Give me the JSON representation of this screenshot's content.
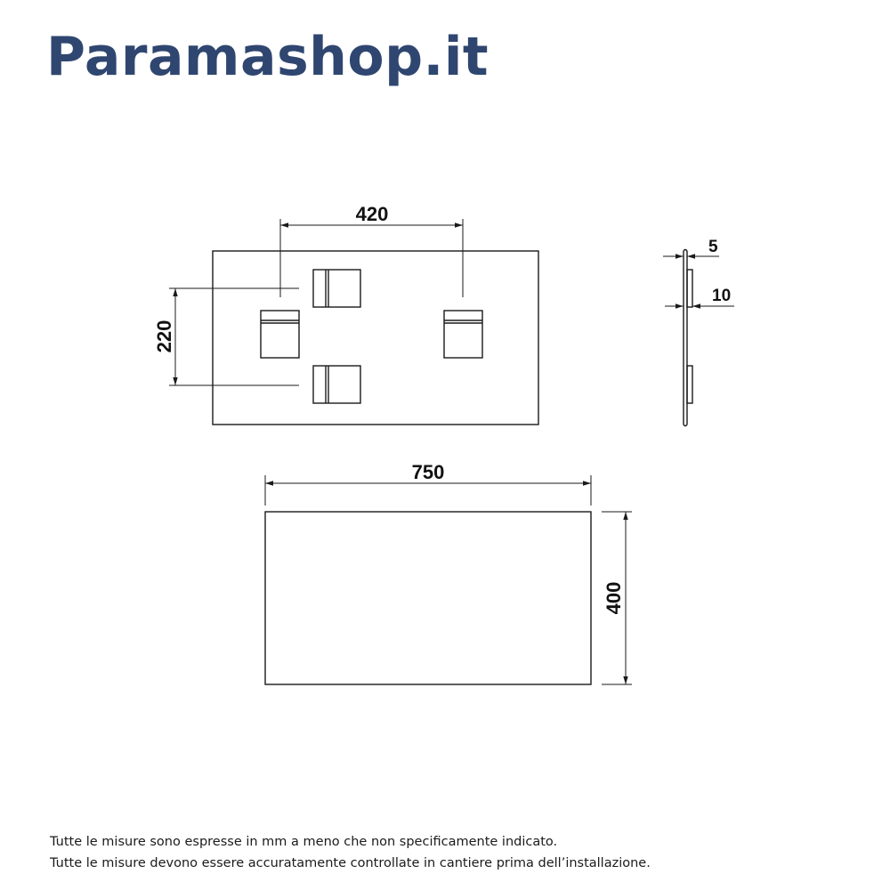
{
  "brand": {
    "name": "Paramashop.it",
    "color": "#2f4670"
  },
  "drawing": {
    "units": "mm",
    "dimensions": {
      "hook_spacing_horizontal": "420",
      "hook_spacing_vertical": "220",
      "width": "750",
      "height": "400",
      "side_thickness_panel": "5",
      "side_thickness_bracket": "10"
    },
    "line_color": "#1a1a1a"
  },
  "notes": {
    "line1": "Tutte le misure sono espresse in mm a meno che non specificamente indicato.",
    "line2": "Tutte le misure devono essere accuratamente controllate in cantiere prima dell’installazione."
  }
}
